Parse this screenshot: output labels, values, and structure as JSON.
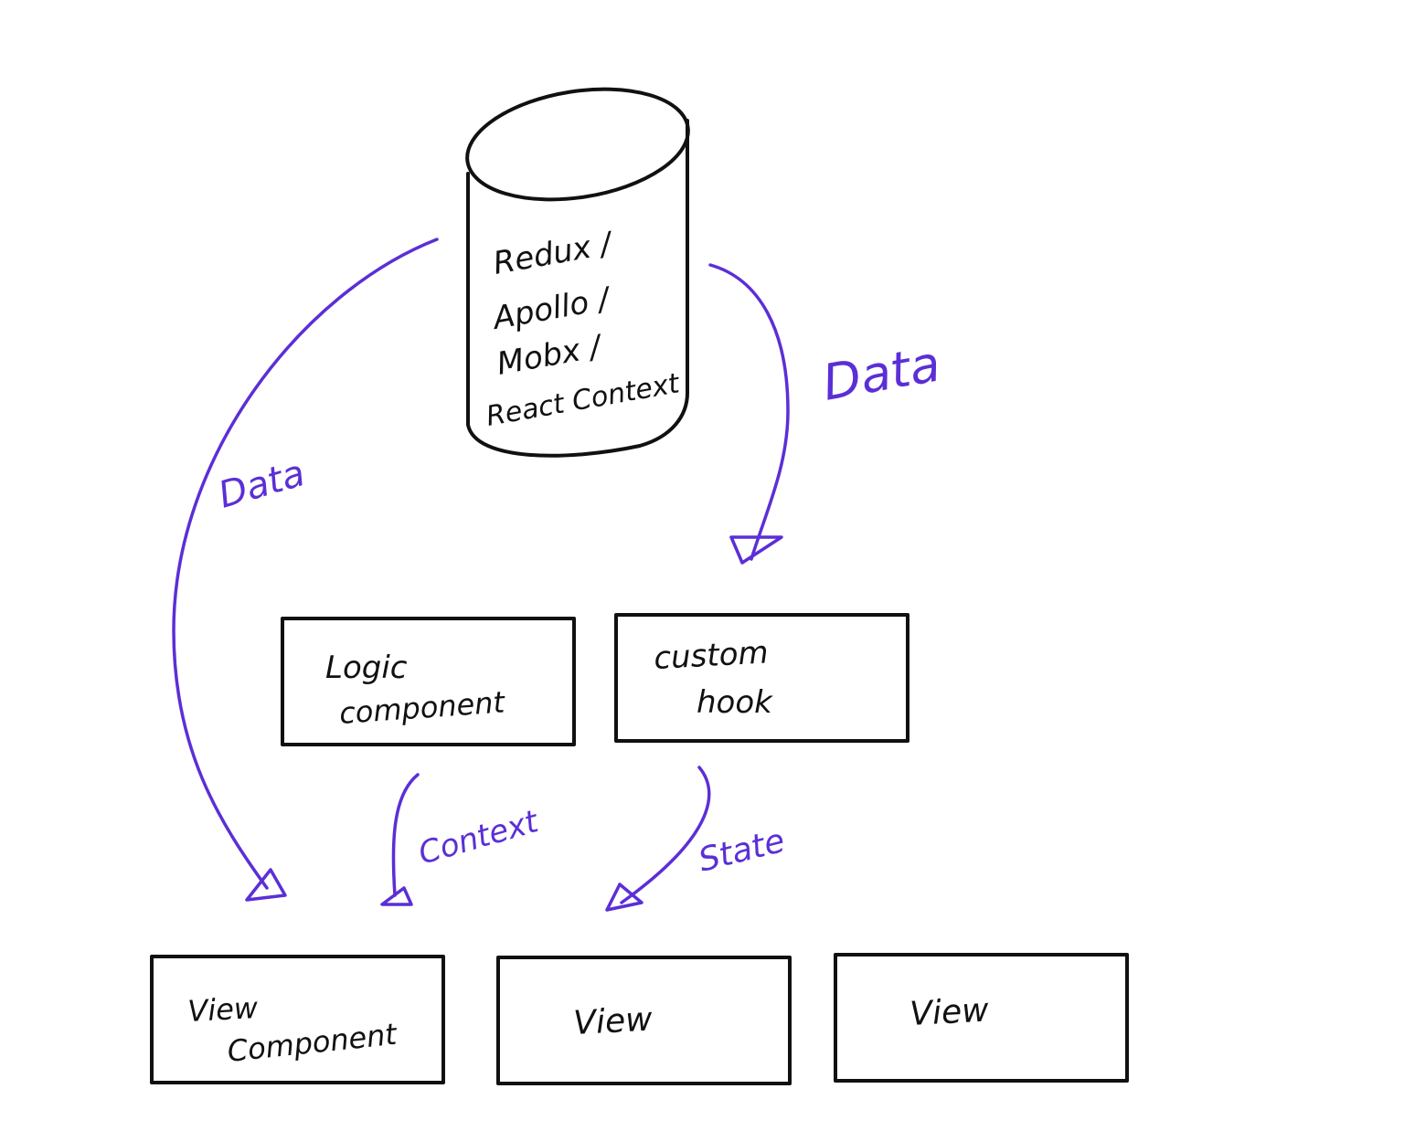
{
  "colors": {
    "ink": "#111111",
    "accent": "#5b2fd6",
    "background": "#ffffff"
  },
  "store": {
    "lines": [
      "Redux /",
      "Apollo /",
      "Mobx /",
      "React Context"
    ]
  },
  "boxes": {
    "logic": {
      "line1": "Logic",
      "line2": "component"
    },
    "hook": {
      "line1": "custom",
      "line2": "hook"
    },
    "view_component": {
      "line1": "View",
      "line2": "Component"
    },
    "view_a": {
      "line1": "View"
    },
    "view_b": {
      "line1": "View"
    }
  },
  "edges": {
    "store_to_view": {
      "label": "Data"
    },
    "store_to_hook": {
      "label": "Data"
    },
    "logic_to_view": {
      "label": "Context"
    },
    "hook_to_view": {
      "label": "State"
    }
  }
}
